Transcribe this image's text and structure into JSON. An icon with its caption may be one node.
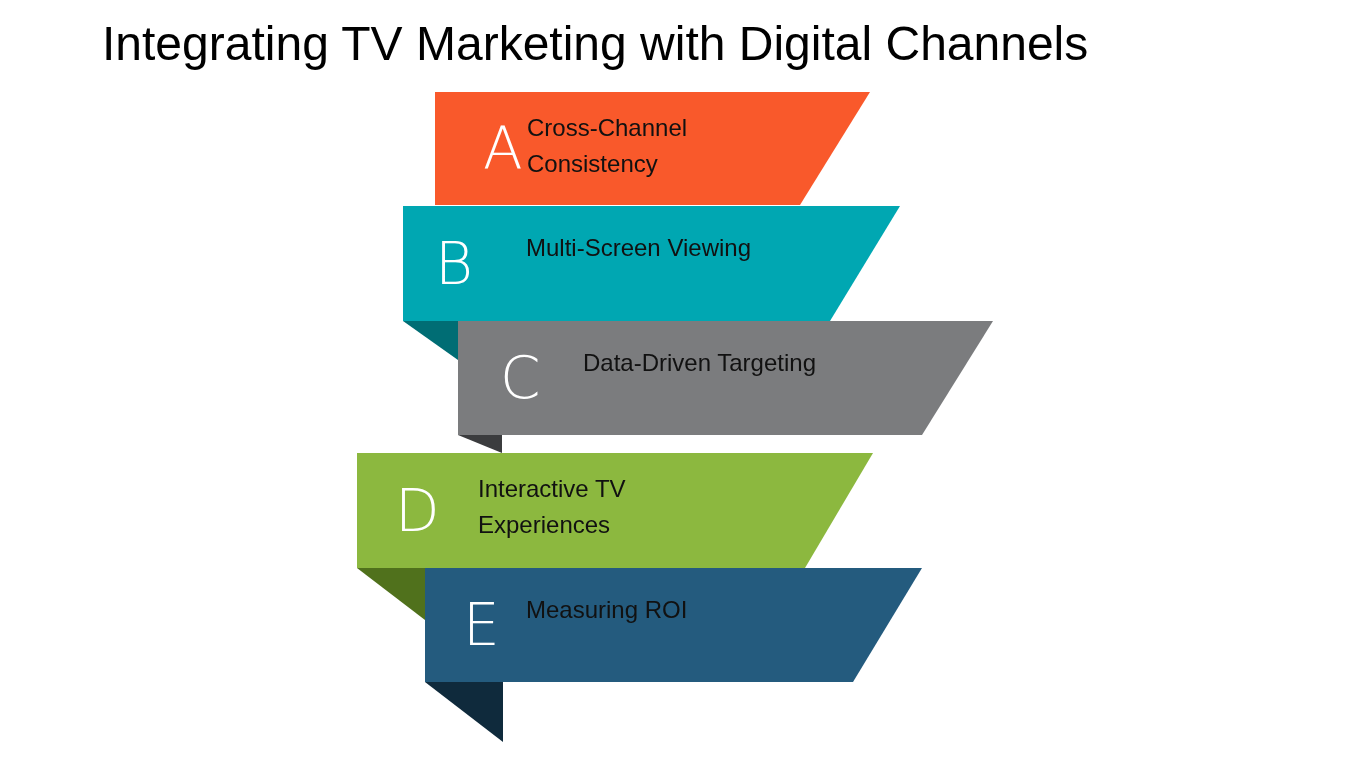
{
  "diagram": {
    "title": "Integrating TV Marketing with Digital Channels",
    "nodes": [
      {
        "text": [
          "A",
          "Cross-Channel Consistency"
        ]
      },
      {
        "text": [
          "B",
          "Multi-Screen Viewing"
        ]
      },
      {
        "text": [
          "C",
          "Data-Driven Targeting"
        ]
      },
      {
        "text": [
          "D",
          "Interactive TV Experiences"
        ]
      },
      {
        "text": [
          "E",
          "Measuring ROI"
        ]
      }
    ]
  }
}
